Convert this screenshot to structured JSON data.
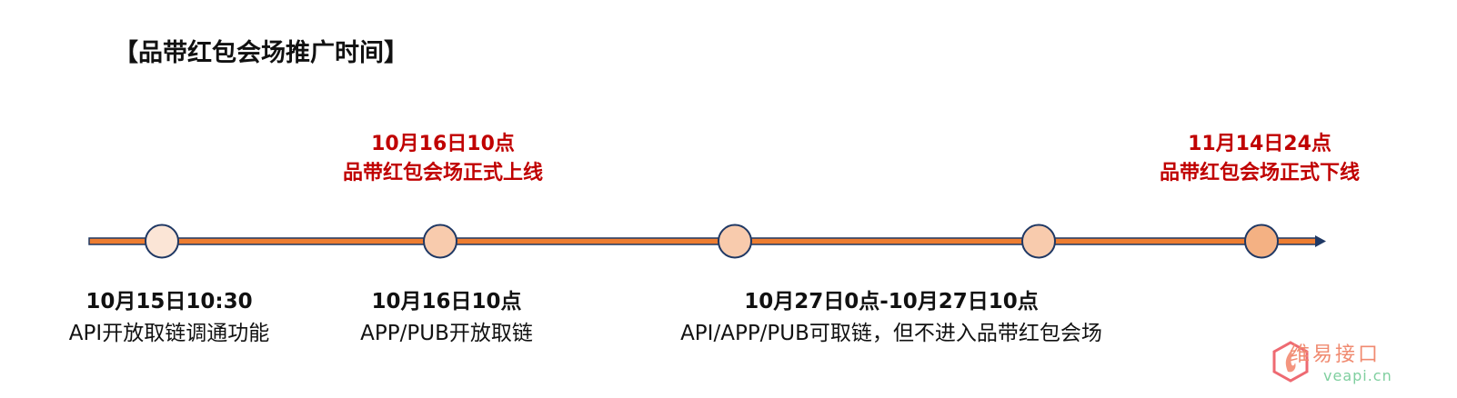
{
  "title": "【品带红包会场推广时间】",
  "colors": {
    "line": "#ed7d31",
    "outline": "#1f3864",
    "accent_red": "#c00000"
  },
  "top_labels": [
    {
      "date": "10月16日10点",
      "text": "品带红包会场正式上线"
    },
    {
      "date": "11月14日24点",
      "text": "品带红包会场正式下线"
    }
  ],
  "milestones": [
    {
      "fill": "#fbe5d6"
    },
    {
      "fill": "#f8cbad"
    },
    {
      "fill": "#f8cbad"
    },
    {
      "fill": "#f8cbad"
    },
    {
      "fill": "#f4b183"
    }
  ],
  "bottom_labels": [
    {
      "date": "10月15日10:30",
      "text": "API开放取链调通功能"
    },
    {
      "date": "10月16日10点",
      "text": "APP/PUB开放取链"
    },
    {
      "date": "10月27日0点-10月27日10点",
      "text": "API/APP/PUB可取链，但不进入品带红包会场"
    }
  ],
  "watermark": {
    "cn": "维易接口",
    "en": "veapi.cn"
  }
}
